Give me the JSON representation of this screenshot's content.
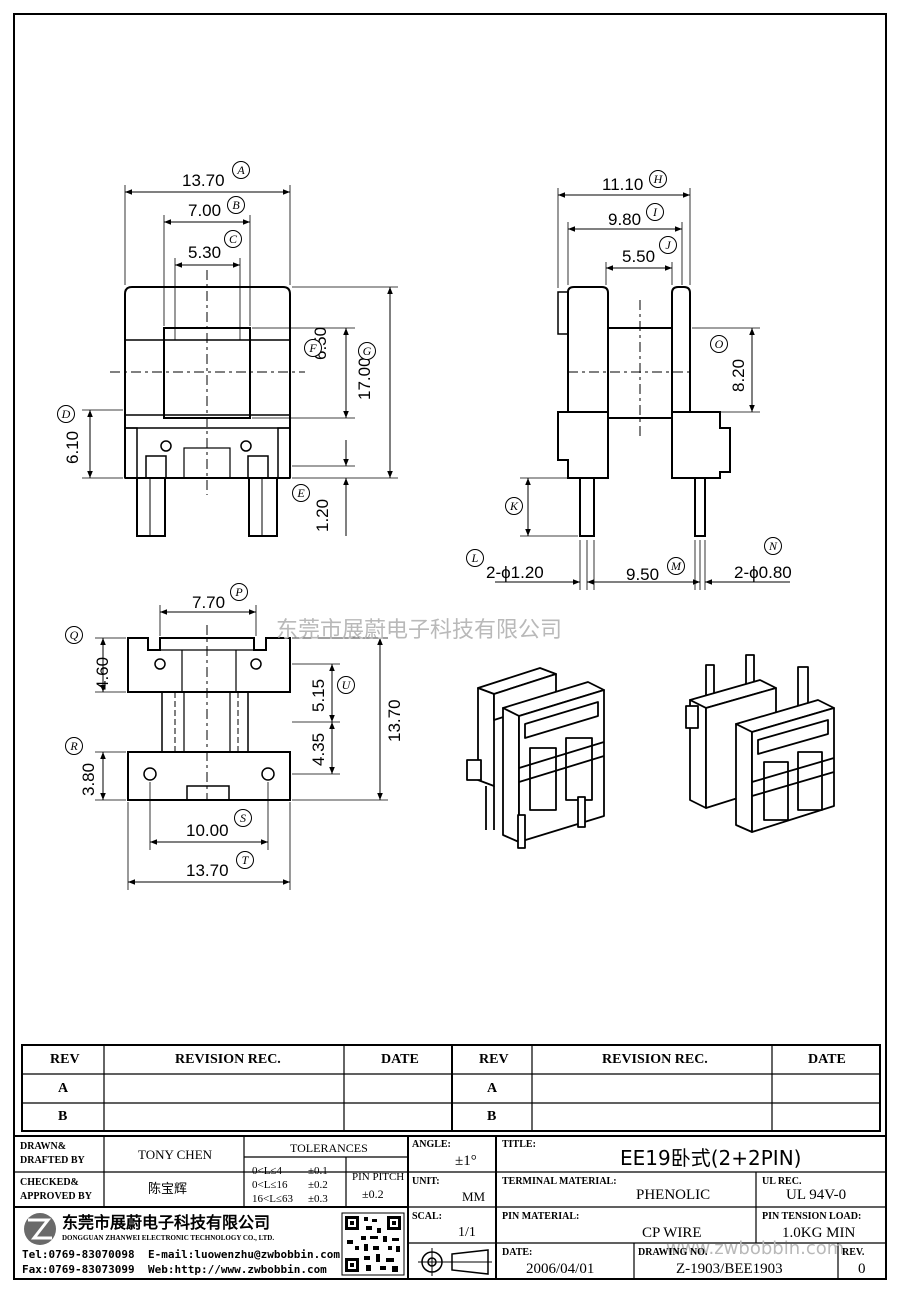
{
  "drawing": {
    "front": {
      "A": "13.70",
      "B": "7.00",
      "C": "5.30",
      "F": "6.50",
      "G": "17.00",
      "D": "6.10",
      "E": "1.20"
    },
    "side": {
      "H": "11.10",
      "I": "9.80",
      "J": "5.50",
      "O": "8.20",
      "L": "2-ϕ1.20",
      "M": "9.50",
      "N": "2-ϕ0.80"
    },
    "bottom": {
      "P": "7.70",
      "Q": "4.60",
      "U": "5.15",
      "V": "4.35",
      "W": "13.70",
      "R": "3.80",
      "S": "10.00",
      "T": "13.70"
    },
    "letters": {
      "A": "A",
      "B": "B",
      "C": "C",
      "D": "D",
      "E": "E",
      "F": "F",
      "G": "G",
      "H": "H",
      "I": "I",
      "J": "J",
      "K": "K",
      "L": "L",
      "M": "M",
      "N": "N",
      "O": "O",
      "P": "P",
      "Q": "Q",
      "R": "R",
      "S": "S",
      "T": "T",
      "U": "U"
    }
  },
  "watermark": {
    "company_cn": "东莞市展蔚电子科技有限公司",
    "url": "www.zwbobbin.com"
  },
  "revisions": {
    "headers": [
      "REV",
      "REVISION REC.",
      "DATE",
      "REV",
      "REVISION REC.",
      "DATE"
    ],
    "rows": [
      {
        "rev1": "A",
        "rev2": "A"
      },
      {
        "rev1": "B",
        "rev2": "B"
      }
    ]
  },
  "title_block": {
    "drawn_label_1": "DRAWN&",
    "drawn_label_2": "DRAFTED BY",
    "drawn_value": "TONY CHEN",
    "checked_label_1": "CHECKED&",
    "checked_label_2": "APPROVED BY",
    "checked_value": "陈宝辉",
    "tolerances_label": "TOLERANCES",
    "tol1_range": "0<L≤4",
    "tol1_value": "±0.1",
    "tol2_range": "0<L≤16",
    "tol2_value": "±0.2",
    "tol3_range": "16<L≤63",
    "tol3_value": "±0.3",
    "pin_pitch_label": "PIN PITCH",
    "pin_pitch_value": "±0.2",
    "angle_label": "ANGLE:",
    "angle_value": "±1°",
    "unit_label": "UNIT:",
    "unit_value": "MM",
    "scale_label": "SCAL:",
    "scale_value": "1/1",
    "title_label": "TITLE:",
    "title_value": "EE19卧式(2+2PIN)",
    "terminal_label": "TERMINAL MATERIAL:",
    "terminal_value": "PHENOLIC",
    "ul_label": "UL REC.",
    "ul_value": "UL 94V-0",
    "pin_mat_label": "PIN MATERIAL:",
    "pin_mat_value": "CP WIRE",
    "tension_label": "PIN TENSION LOAD:",
    "tension_value": "1.0KG MIN",
    "date_label": "DATE:",
    "date_value": "2006/04/01",
    "drawing_no_label": "DRAWING NO.",
    "drawing_no_value": "Z-1903/BEE1903",
    "rev_label": "REV.",
    "rev_value": "0",
    "company_cn": "东莞市展蔚电子科技有限公司",
    "company_en": "DONGGUAN ZHANWEI ELECTRONIC TECHNOLOGY CO., LTD.",
    "tel": "Tel:0769-83070098",
    "email": "E-mail:luowenzhu@zwbobbin.com",
    "fax": "Fax:0769-83073099",
    "web": "Web:http://www.zwbobbin.com"
  }
}
